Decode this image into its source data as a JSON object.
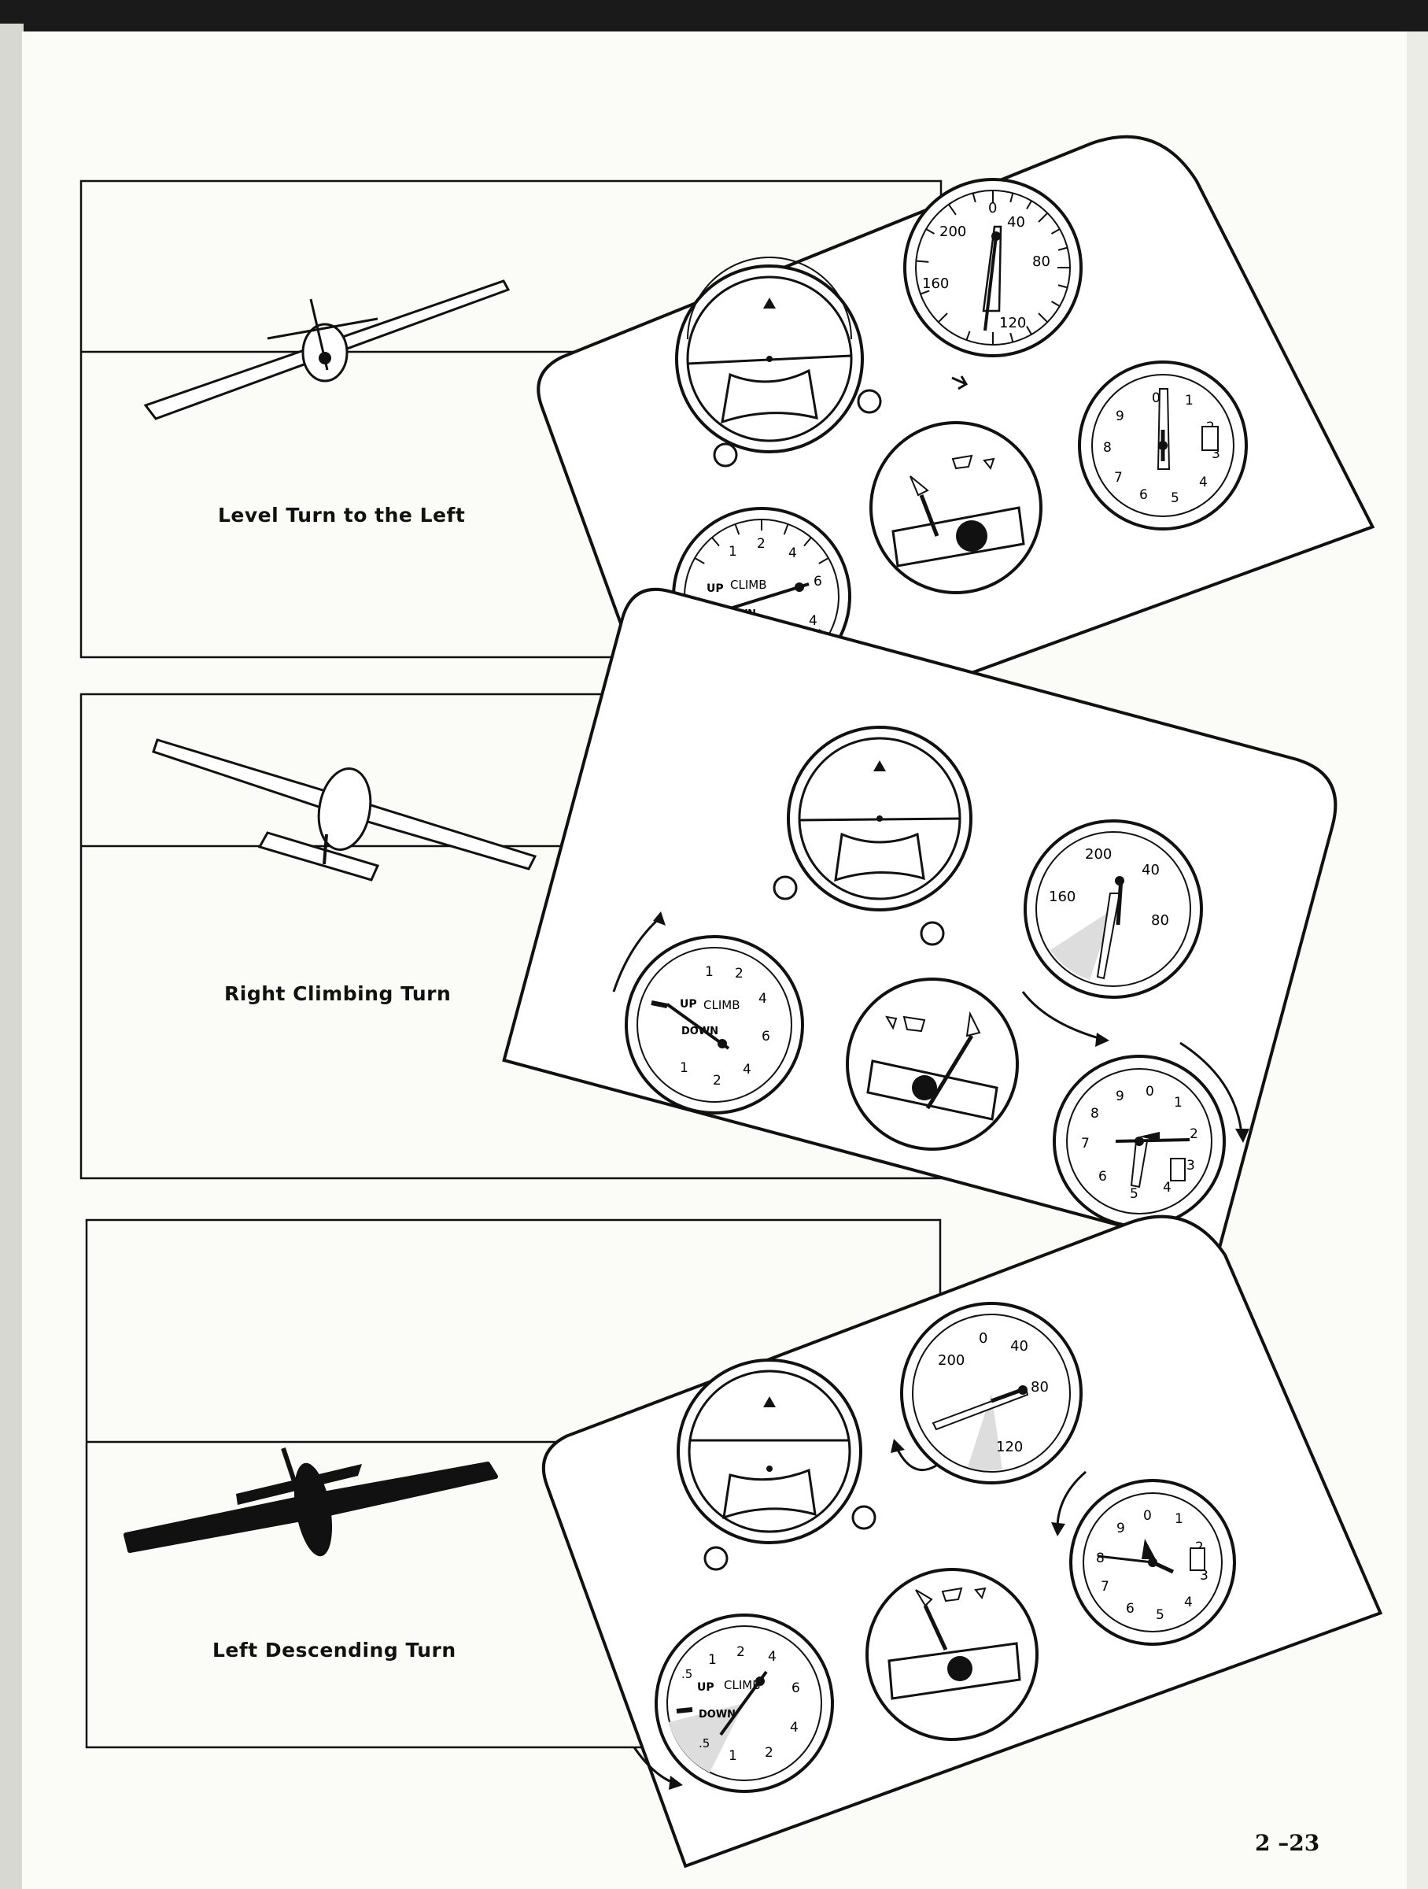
{
  "panels": [
    {
      "caption": "Level Turn to the Left"
    },
    {
      "caption": "Right Climbing Turn"
    },
    {
      "caption": "Left Descending Turn"
    }
  ],
  "instruments": {
    "airspeed_labels": [
      "0",
      "40",
      "80",
      "120",
      "160",
      "200"
    ],
    "airspeed_labels_short": [
      "0",
      "40",
      "80",
      "120",
      "200"
    ],
    "altimeter_labels": [
      "0",
      "1",
      "2",
      "3",
      "4",
      "5",
      "6",
      "7",
      "8",
      "9"
    ],
    "vsi": {
      "up": "UP",
      "climb": "CLIMB",
      "down": "DOWN",
      "labels": [
        "1",
        "2",
        "4",
        "6",
        "4",
        "2",
        "1",
        ".5",
        ".5"
      ]
    }
  },
  "page_number": "2 –23"
}
